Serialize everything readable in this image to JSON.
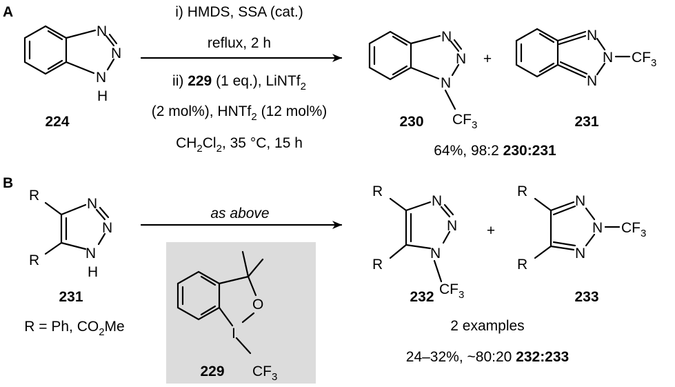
{
  "panels": {
    "a": {
      "label": "A"
    },
    "b": {
      "label": "B"
    }
  },
  "scheme_a": {
    "conditions": {
      "line1": "i) HMDS, SSA (cat.)",
      "line2": "reflux, 2 h",
      "line3_prefix": "ii) ",
      "line3_reagent": "229",
      "line3_mid": " (1 eq.), LiNTf",
      "line3_sub": "2",
      "line4_prefix": "(2 mol%), HNTf",
      "line4_sub": "2",
      "line4_suffix": " (12 mol%)",
      "line5_a": "CH",
      "line5_sub1": "2",
      "line5_b": "Cl",
      "line5_sub2": "2",
      "line5_c": ", 35 °C, 15 h"
    },
    "compound_224": "224",
    "compound_230": "230",
    "compound_231": "231",
    "plus": "+",
    "yield_prefix": "64%, 98:2 ",
    "yield_ratio": "230:231"
  },
  "scheme_b": {
    "conditions": "as above",
    "compound_231": "231",
    "compound_232": "232",
    "compound_233": "233",
    "compound_229": "229",
    "r_def_prefix": "R = Ph, CO",
    "r_def_sub": "2",
    "r_def_suffix": "Me",
    "plus": "+",
    "examples": "2 examples",
    "yield_prefix": "24–32%, ~80:20 ",
    "yield_ratio": "232:233"
  },
  "atoms": {
    "N": "N",
    "H": "H",
    "R": "R",
    "O": "O",
    "I": "I",
    "CF": "CF",
    "CF_sub": "3"
  },
  "colors": {
    "reagent_box": "#dcdcdc",
    "ink": "#000000"
  }
}
